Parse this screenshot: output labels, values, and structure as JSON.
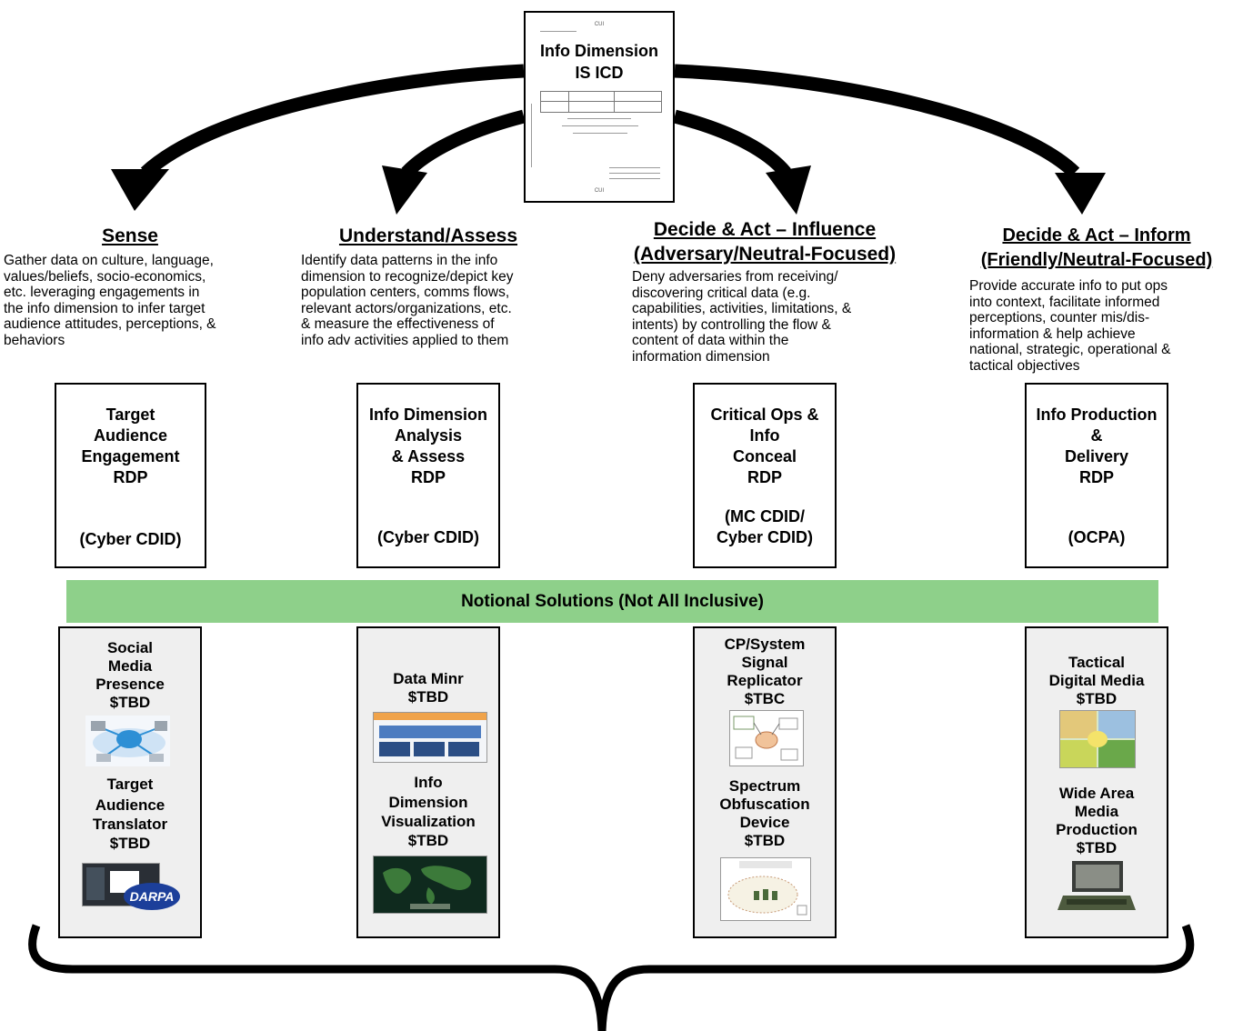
{
  "document": {
    "mark_top": "CUI",
    "title_line1": "Info Dimension",
    "title_line2": "IS ICD",
    "mark_bottom": "CUI"
  },
  "columns": [
    {
      "heading": "Sense",
      "description": [
        "Gather data on culture, language,",
        "values/beliefs, socio-economics,",
        "etc. leveraging engagements in",
        "the info dimension to infer target",
        "audience attitudes, perceptions, &",
        "behaviors"
      ],
      "rdp_name": [
        "Target",
        "Audience",
        "Engagement",
        "RDP"
      ],
      "rdp_org": [
        "(Cyber CDID)"
      ],
      "solutions": [
        {
          "label": [
            "Social",
            "Media",
            "Presence",
            "$TBD"
          ],
          "image": "network-devices-icon"
        },
        {
          "label": [
            "Target",
            "Audience",
            "Translator",
            "$TBD"
          ],
          "image": "translator-screen-darpa-logo"
        }
      ]
    },
    {
      "heading": "Understand/Assess",
      "description": [
        "Identify data patterns in the info",
        "dimension to recognize/depict key",
        "population centers, comms flows,",
        "relevant actors/organizations, etc.",
        "& measure the effectiveness of",
        "info adv activities applied to them"
      ],
      "rdp_name": [
        "Info Dimension",
        "Analysis",
        "& Assess",
        "RDP"
      ],
      "rdp_org": [
        "(Cyber CDID)"
      ],
      "solutions": [
        {
          "label": [
            "Data Minr",
            "$TBD"
          ],
          "image": "dashboard-screenshot"
        },
        {
          "label": [
            "Info",
            "Dimension",
            "Visualization",
            "$TBD"
          ],
          "image": "world-map-visualization"
        }
      ]
    },
    {
      "heading_line1": "Decide & Act – Influence",
      "heading_line2": "(Adversary/Neutral-Focused)",
      "description": [
        "Deny adversaries from receiving/",
        "discovering critical data (e.g.",
        "capabilities, activities, limitations, &",
        "intents) by controlling the flow &",
        "content of data within the",
        "information dimension"
      ],
      "rdp_name": [
        "Critical Ops &",
        "Info",
        "Conceal",
        "RDP"
      ],
      "rdp_org": [
        "(MC CDID/",
        "Cyber CDID)"
      ],
      "solutions": [
        {
          "label": [
            "CP/System",
            "Signal",
            "Replicator",
            "$TBC"
          ],
          "image": "signal-replicator-diagram"
        },
        {
          "label": [
            "Spectrum",
            "Obfuscation",
            "Device",
            "$TBD"
          ],
          "image": "spectrum-obfuscation-diagram"
        }
      ]
    },
    {
      "heading_line1": "Decide & Act – Inform",
      "heading_line2": "(Friendly/Neutral-Focused)",
      "description": [
        "Provide accurate info to put ops",
        "into context, facilitate informed",
        "perceptions, counter mis/dis-",
        "information & help achieve",
        "national, strategic, operational &",
        "tactical objectives"
      ],
      "rdp_name": [
        "Info Production",
        "&",
        "Delivery",
        "RDP"
      ],
      "rdp_org": [
        "(OCPA)"
      ],
      "solutions": [
        {
          "label": [
            "Tactical",
            "Digital Media",
            "$TBD"
          ],
          "image": "tactical-media-collage"
        },
        {
          "label": [
            "Wide Area",
            "Media",
            "Production",
            "$TBD"
          ],
          "image": "rugged-media-workstation"
        }
      ]
    }
  ],
  "banner": "Notional Solutions (Not All Inclusive)",
  "thumb_labels": {
    "darpa": "DARPA"
  }
}
